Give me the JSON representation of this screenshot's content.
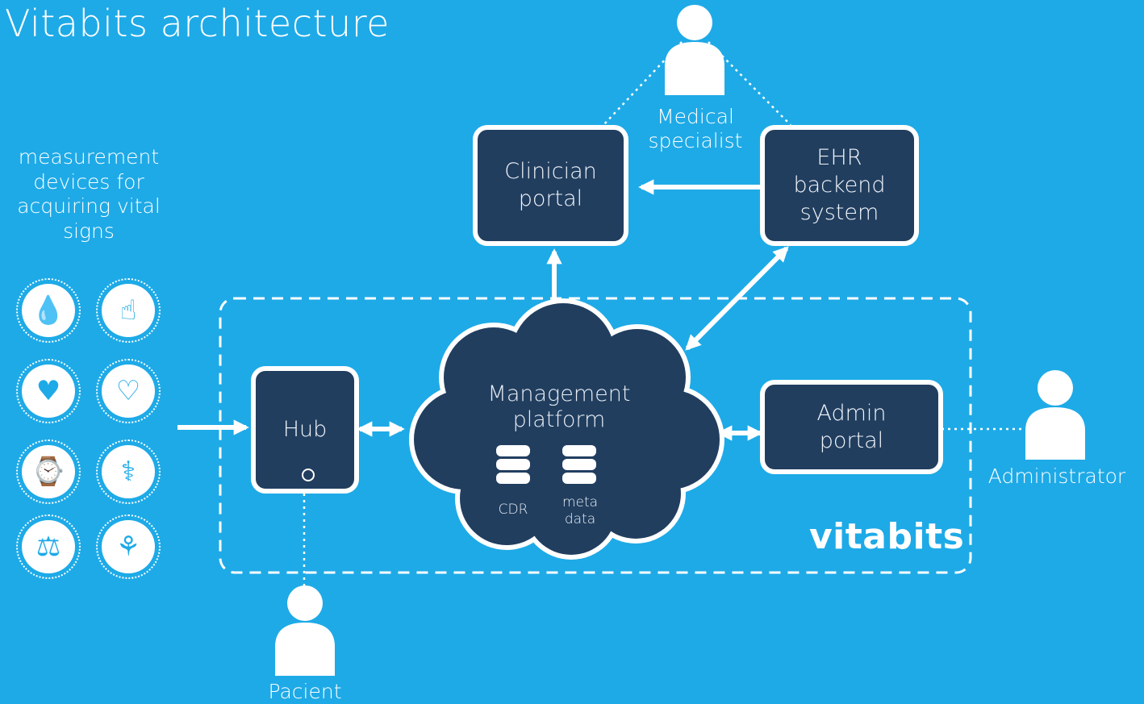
{
  "title": "Vitabits architecture",
  "devices_label": [
    "measurement",
    "devices for",
    "acquiring vital",
    "signs"
  ],
  "devices": [
    {
      "icon": "blood-drop-icon"
    },
    {
      "icon": "finger-pulse-oximeter-icon"
    },
    {
      "icon": "heart-clock-icon"
    },
    {
      "icon": "heart-ecg-icon"
    },
    {
      "icon": "smartwatch-icon"
    },
    {
      "icon": "thermometer-icon"
    },
    {
      "icon": "weight-scale-icon"
    },
    {
      "icon": "lungs-icon"
    }
  ],
  "nodes": {
    "clinician_portal": [
      "Clinician",
      "portal"
    ],
    "ehr_backend": [
      "EHR",
      "backend",
      "system"
    ],
    "hub": "Hub",
    "admin_portal": [
      "Admin",
      "portal"
    ],
    "management_platform": [
      "Management",
      "platform"
    ],
    "cdr": "CDR",
    "meta_data": [
      "meta",
      "data"
    ]
  },
  "actors": {
    "medical_specialist": [
      "Medical",
      "specialist"
    ],
    "administrator": "Administrator",
    "patient": "Pacient"
  },
  "boundary_label": "vitabits",
  "colors": {
    "background": "#1eaae7",
    "node_fill": "#213e5f",
    "stroke": "#ffffff"
  }
}
